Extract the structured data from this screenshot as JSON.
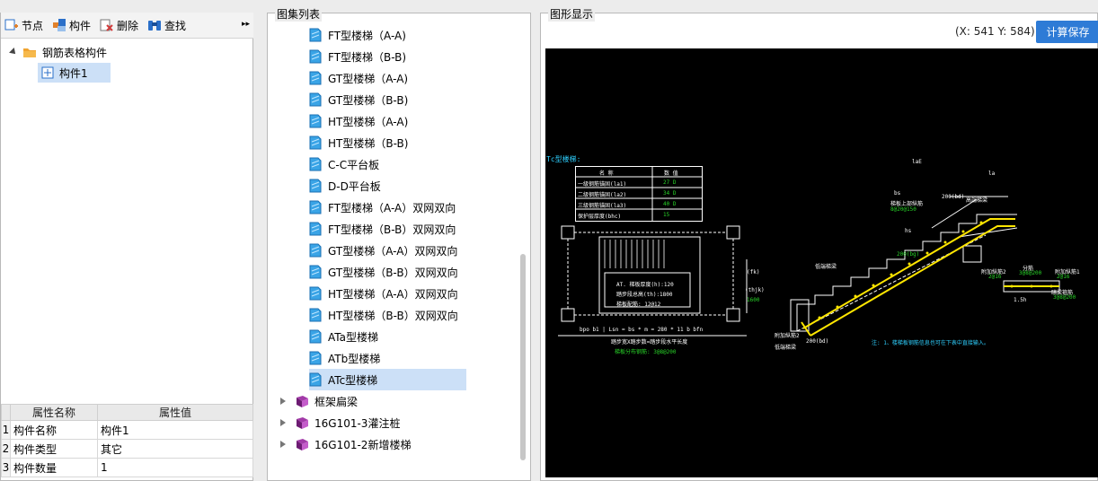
{
  "left": {
    "toolbar": {
      "node": "节点",
      "component": "构件",
      "delete": "删除",
      "find": "查找"
    },
    "tree": {
      "root": "钢筋表格构件",
      "child": "构件1"
    },
    "props": {
      "headers": [
        "属性名称",
        "属性值"
      ],
      "rows": [
        {
          "idx": "1",
          "name": "构件名称",
          "value": "构件1"
        },
        {
          "idx": "2",
          "name": "构件类型",
          "value": "其它"
        },
        {
          "idx": "3",
          "name": "构件数量",
          "value": "1"
        }
      ]
    }
  },
  "middle": {
    "title": "图集列表",
    "items": [
      "FT型楼梯（A-A)",
      "FT型楼梯（B-B)",
      "GT型楼梯（A-A)",
      "GT型楼梯（B-B)",
      "HT型楼梯（A-A)",
      "HT型楼梯（B-B)",
      "C-C平台板",
      "D-D平台板",
      "FT型楼梯（A-A）双网双向",
      "FT型楼梯（B-B）双网双向",
      "GT型楼梯（A-A）双网双向",
      "GT型楼梯（B-B）双网双向",
      "HT型楼梯（A-A）双网双向",
      "HT型楼梯（B-B）双网双向",
      "ATa型楼梯",
      "ATb型楼梯",
      "ATc型楼梯"
    ],
    "selected_index": 16,
    "groups": [
      "框架扁梁",
      "16G101-3灌注桩",
      "16G101-2新增楼梯"
    ]
  },
  "right": {
    "title": "图形显示",
    "coords": "(X: 541 Y: 584)",
    "save_button": "计算保存",
    "drawing": {
      "heading": "Tc型楼梯:",
      "table_headers": [
        "名  称",
        "数  值"
      ],
      "table_rows": [
        [
          "一级钢筋锚固(la1)",
          "27 D"
        ],
        [
          "二级钢筋锚固(la2)",
          "34 D"
        ],
        [
          "三级钢筋锚固(la3)",
          "40 D"
        ],
        [
          "保护层厚度(bhc)",
          "15"
        ]
      ],
      "plan_notes": [
        "AT. 梯板厚度(h):120",
        "踏步段总高(th):1800",
        "梯板配筋: 12@12"
      ],
      "plan_bottom": [
        "bpo  b1  |  Lsn = bs * m = 280 * 11   b  bfn",
        "踏步宽X踏步数=踏步段水平长度",
        "梯板分布钢筋: 3@8@200"
      ],
      "dims": [
        "(fk)",
        "(thjk)",
        "1600"
      ],
      "section_labels": [
        "梯板上部纵筋",
        "8@20@150",
        "高端梯梁",
        "低端梯梁",
        "附加纵筋2",
        "2@16",
        "分筋",
        "3@8@200",
        "附加纵筋1",
        "2@16",
        "暗梁箍筋",
        "3@8@200",
        "1.5h",
        "la",
        "laE",
        "bs",
        "hs",
        "200(bg)",
        "200(bd)"
      ],
      "note": "注: 1、楼梯板钢筋信息也可在下表中直接输入。"
    }
  },
  "colors": {
    "accent": "#2e7bd6",
    "selection": "#cce0f7",
    "canvas_bg": "#000000",
    "cad_white": "#ffffff",
    "cad_green": "#28d428",
    "cad_yellow": "#ffe600",
    "cad_cyan": "#2fd0ff"
  }
}
